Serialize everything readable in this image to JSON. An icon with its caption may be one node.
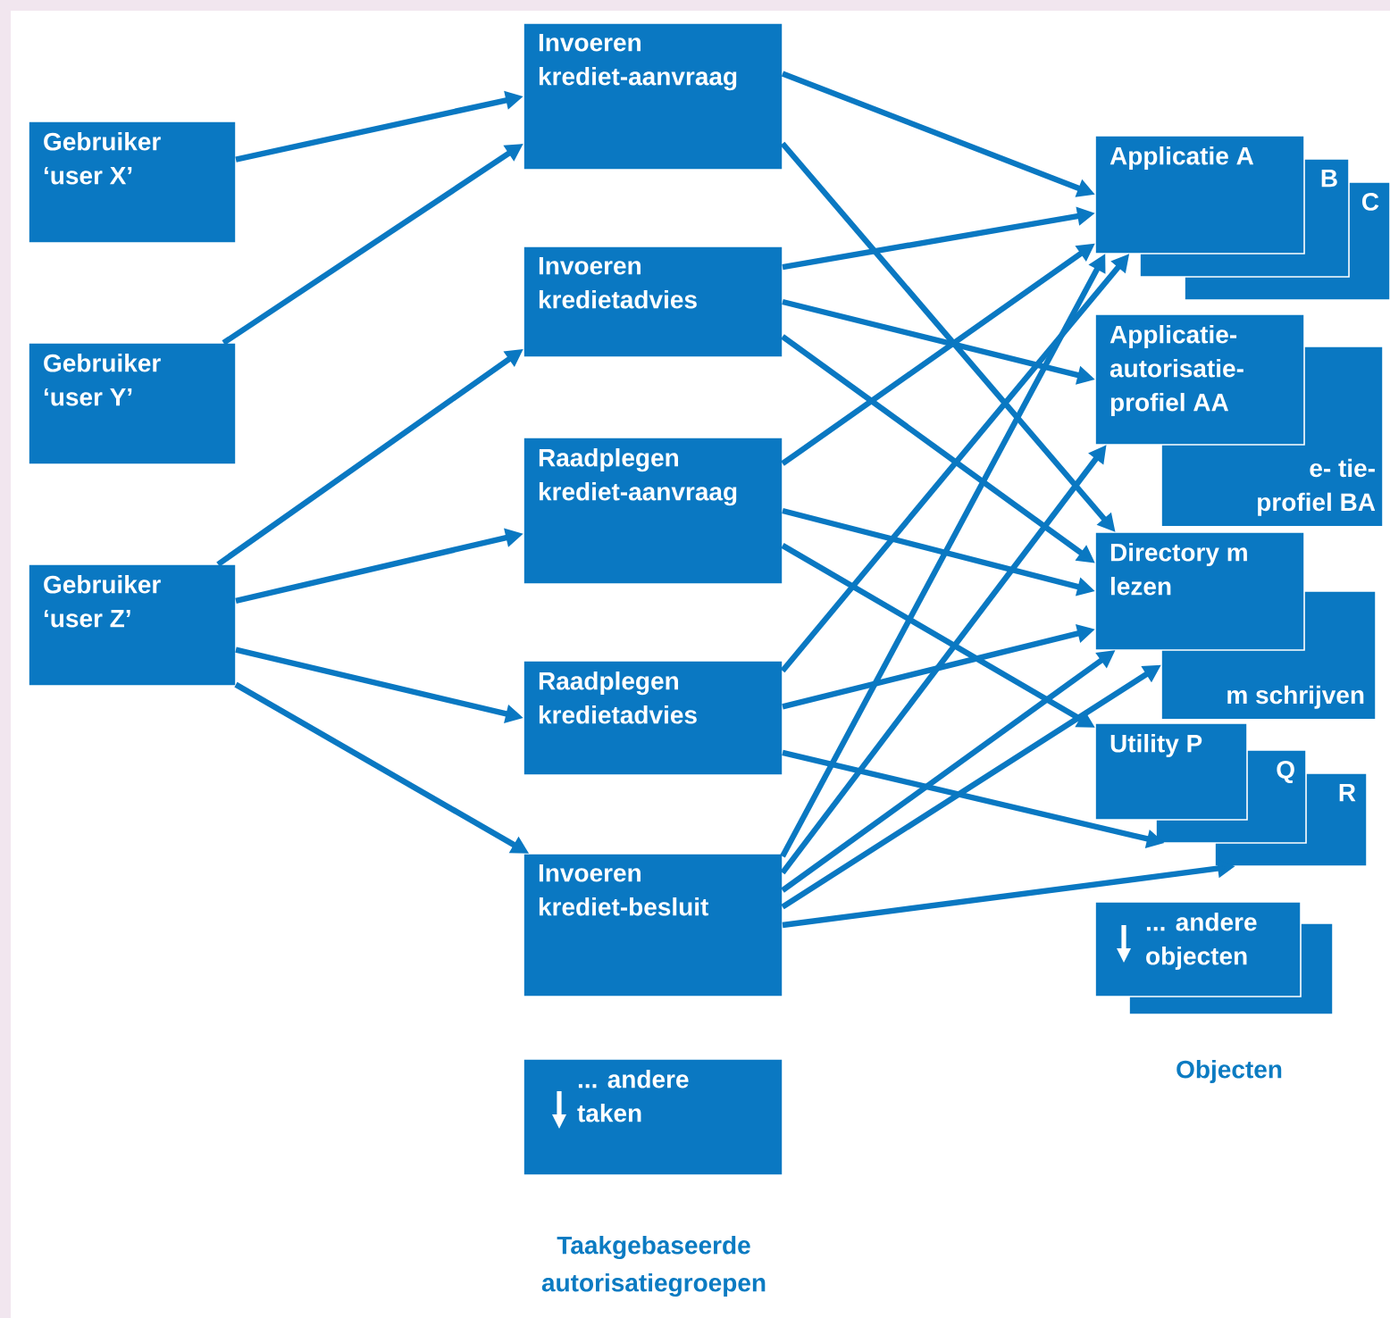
{
  "diagram": {
    "nodes": [
      {
        "text": [
          "Gebruiker ‘user X’"
        ]
      },
      {
        "text": [
          "Gebruiker ‘user Y’"
        ]
      },
      {
        "text": [
          "Gebruiker ‘user Z’"
        ]
      },
      {
        "text": [
          "Invoeren krediet-aanvraag"
        ]
      },
      {
        "text": [
          "Invoeren kredietadvies"
        ]
      },
      {
        "text": [
          "Raadplegen krediet-aanvraag"
        ]
      },
      {
        "text": [
          "Raadplegen kredietadvies"
        ]
      },
      {
        "text": [
          "Invoeren krediet-besluit"
        ]
      },
      {
        "text": [
          "... andere taken"
        ]
      },
      {
        "text": [
          "Applicatie A"
        ]
      },
      {
        "text": [
          "B"
        ]
      },
      {
        "text": [
          "C"
        ]
      },
      {
        "text": [
          "Applicatie-autorisatie-profiel AA"
        ]
      },
      {
        "text": [
          "e- tie- profiel BA"
        ]
      },
      {
        "text": [
          "Directory m lezen"
        ]
      },
      {
        "text": [
          "m schrijven"
        ]
      },
      {
        "text": [
          "Utility P"
        ]
      },
      {
        "text": [
          "Q"
        ]
      },
      {
        "text": [
          "R"
        ]
      },
      {
        "text": [
          "... andere objecten"
        ]
      }
    ],
    "edges": [
      {
        "from": 0,
        "to": 3,
        "arrow": "to"
      },
      {
        "from": 1,
        "to": 3,
        "arrow": "to"
      },
      {
        "from": 2,
        "to": 4,
        "arrow": "to"
      },
      {
        "from": 2,
        "to": 5,
        "arrow": "to"
      },
      {
        "from": 2,
        "to": 6,
        "arrow": "to"
      },
      {
        "from": 2,
        "to": 7,
        "arrow": "to"
      },
      {
        "from": 3,
        "to": 9,
        "arrow": "to"
      },
      {
        "from": 3,
        "to": 14,
        "arrow": "to"
      },
      {
        "from": 4,
        "to": 9,
        "arrow": "to"
      },
      {
        "from": 4,
        "to": 12,
        "arrow": "to"
      },
      {
        "from": 4,
        "to": 14,
        "arrow": "to"
      },
      {
        "from": 5,
        "to": 9,
        "arrow": "to"
      },
      {
        "from": 5,
        "to": 14,
        "arrow": "to"
      },
      {
        "from": 5,
        "to": 16,
        "arrow": "to"
      },
      {
        "from": 6,
        "to": 9,
        "arrow": "to"
      },
      {
        "from": 6,
        "to": 14,
        "arrow": "to"
      },
      {
        "from": 6,
        "to": 17,
        "arrow": "to"
      },
      {
        "from": 7,
        "to": 9,
        "arrow": "to"
      },
      {
        "from": 7,
        "to": 12,
        "arrow": "to"
      },
      {
        "from": 7,
        "to": 14,
        "arrow": "to"
      },
      {
        "from": 7,
        "to": 15,
        "arrow": "to"
      },
      {
        "from": 7,
        "to": 18,
        "arrow": "to"
      }
    ],
    "labels": [
      "Objecten",
      "Taakgebaseerde autorisatiegroepen"
    ]
  }
}
